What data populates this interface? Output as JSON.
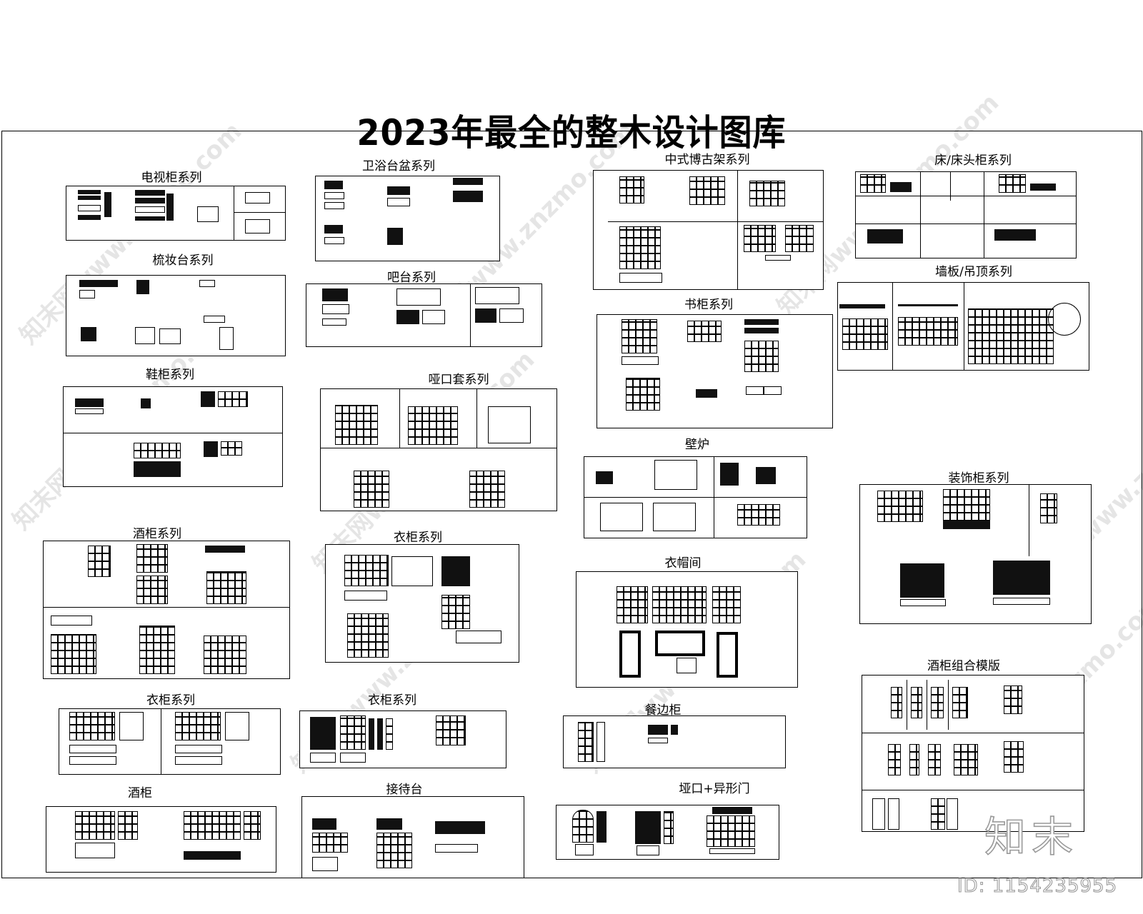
{
  "sheet": {
    "title": "2023年最全的整木设计图库"
  },
  "sections": {
    "tv_cabinet": {
      "label": "电视柜系列"
    },
    "bathroom_vanity": {
      "label": "卫浴台盆系列"
    },
    "chinese_display_shelf": {
      "label": "中式博古架系列"
    },
    "bed_nightstand": {
      "label": "床/床头柜系列"
    },
    "dresser": {
      "label": "梳妆台系列"
    },
    "bar_counter": {
      "label": "吧台系列"
    },
    "bookcase": {
      "label": "书柜系列"
    },
    "wall_panel_ceiling": {
      "label": "墙板/吊顶系列"
    },
    "shoe_cabinet": {
      "label": "鞋柜系列"
    },
    "doorway_casing": {
      "label": "哑口套系列"
    },
    "fireplace": {
      "label": "壁炉"
    },
    "decorative_cabinet": {
      "label": "装饰柜系列"
    },
    "wine_cabinet_series": {
      "label": "酒柜系列"
    },
    "wardrobe_series_1": {
      "label": "衣柜系列"
    },
    "cloakroom": {
      "label": "衣帽间"
    },
    "wine_cabinet_template": {
      "label": "酒柜组合模版"
    },
    "wardrobe_series_2": {
      "label": "衣柜系列"
    },
    "wardrobe_series_3": {
      "label": "衣柜系列"
    },
    "sideboard": {
      "label": "餐边柜"
    },
    "wine_cabinet": {
      "label": "酒柜"
    },
    "reception_desk": {
      "label": "接待台"
    },
    "doorway_special_door": {
      "label": "垭口+异形门"
    }
  },
  "watermark": {
    "text": "知末网www.znzmo.com",
    "logo": "知末",
    "id_text": "ID: 1154235955"
  }
}
